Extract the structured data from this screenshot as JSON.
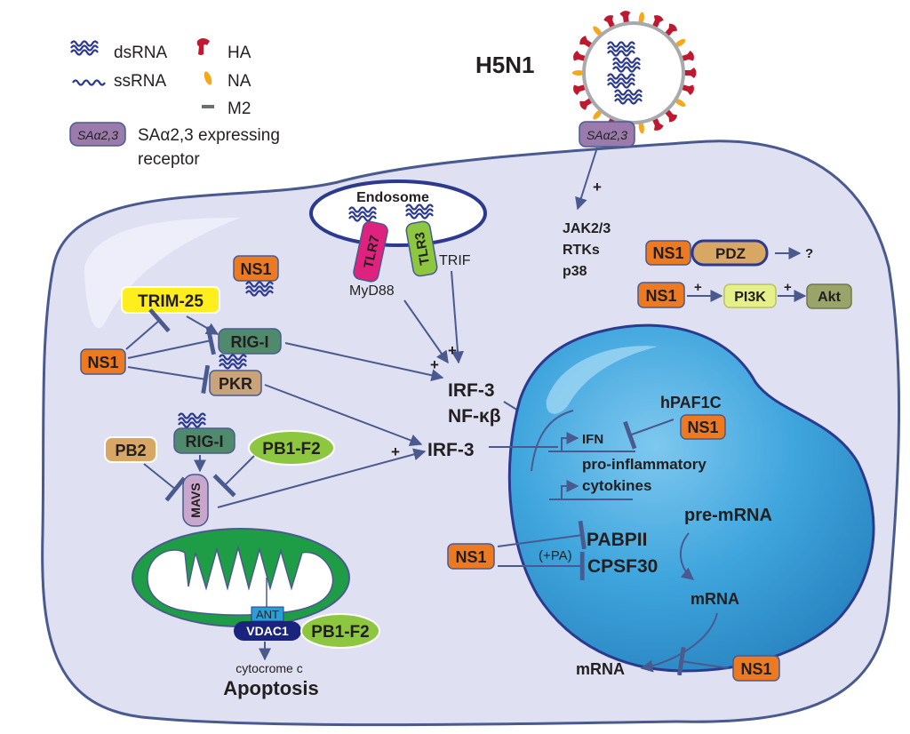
{
  "legend": {
    "dsrna": "dsRNA",
    "ssrna": "ssRNA",
    "ha": "HA",
    "na": "NA",
    "m2": "M2",
    "receptor_tag": "SAα2,3",
    "receptor_line1": "SAα2,3 expressing",
    "receptor_line2": "receptor"
  },
  "virus": {
    "label": "H5N1",
    "receptor_tag": "SAα2,3"
  },
  "cell": {
    "endosome": "Endosome",
    "tlr7": "TLR7",
    "tlr3": "TLR3",
    "myd88": "MyD88",
    "trif": "TRIF",
    "kinases": [
      "JAK2/3",
      "RTKs",
      "p38"
    ],
    "ns1": "NS1",
    "pdz": "PDZ",
    "question": "?",
    "pi3k": "PI3K",
    "akt": "Akt",
    "trim25": "TRIM-25",
    "rigi": "RIG-I",
    "pkr": "PKR",
    "irf3": "IRF-3",
    "nfkb": "NF-κβ",
    "pb2": "PB2",
    "pb1f2": "PB1-F2",
    "mavs": "MAVS",
    "ant": "ANT",
    "vdac1": "VDAC1",
    "cytochrome": "cytocrome c",
    "apoptosis": "Apoptosis",
    "plus": "+"
  },
  "nucleus": {
    "hpaf1c": "hPAF1C",
    "ifn": "IFN",
    "proinflam": "pro-inflammatory",
    "cytokines": "cytokines",
    "premrna": "pre-mRNA",
    "pabpii": "PABPII",
    "pa": "(+PA)",
    "cpsf30": "CPSF30",
    "mrna_nuc": "mRNA",
    "mrna_out": "mRNA"
  },
  "colors": {
    "ns1": "#ec7a22",
    "rigi": "#4e8a6b",
    "pkr": "#c9a47a",
    "trim25": "#ffee1e",
    "pb1f2": "#8dc63f",
    "pb2": "#d9a764",
    "mavs": "#c9a6cc",
    "pi3k": "#e6f08a",
    "akt": "#9aa46a",
    "pdz": "#d9a764",
    "tlr7": "#e0227f",
    "tlr3": "#8dc63f",
    "receptor": "#9a7bab",
    "nucleus": "#3aa0d8",
    "cell": "#dfe1f2",
    "mito": "#1e9d46",
    "arrow": "#4a5a8f"
  }
}
